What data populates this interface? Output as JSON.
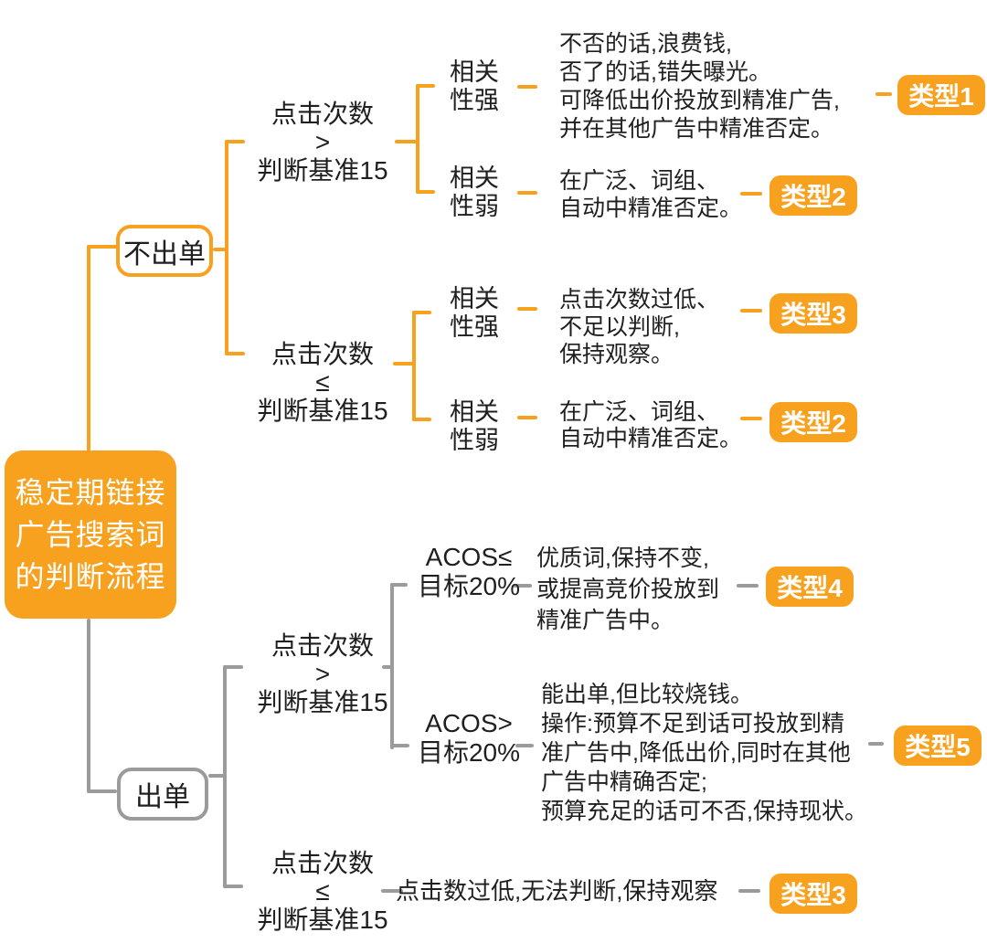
{
  "colors": {
    "orange": "#F7A11E",
    "gray": "#9B9B9B",
    "text": "#1F1F1F",
    "background": "#FFFFFF",
    "badge_text": "#FFFFFF"
  },
  "root": {
    "lines": [
      "稳定期链接",
      "广告搜索词",
      "的判断流程"
    ]
  },
  "no_order_branch": {
    "label": "不出单",
    "clicks_above": {
      "condition": [
        "点击次数",
        ">",
        "判断基准15"
      ],
      "strong_relevance": {
        "label": [
          "相关",
          "性强"
        ],
        "note": [
          "不否的话,浪费钱,",
          "否了的话,错失曝光。",
          "可降低出价投放到精准广告,",
          "并在其他广告中精准否定。"
        ],
        "badge": "类型1"
      },
      "weak_relevance": {
        "label": [
          "相关",
          "性弱"
        ],
        "note": [
          "在广泛、词组、",
          "自动中精准否定。"
        ],
        "badge": "类型2"
      }
    },
    "clicks_below": {
      "condition": [
        "点击次数",
        "≤",
        "判断基准15"
      ],
      "strong_relevance": {
        "label": [
          "相关",
          "性强"
        ],
        "note": [
          "点击次数过低、",
          "不足以判断,",
          "保持观察。"
        ],
        "badge": "类型3"
      },
      "weak_relevance": {
        "label": [
          "相关",
          "性弱"
        ],
        "note": [
          "在广泛、词组、",
          "自动中精准否定。"
        ],
        "badge": "类型2"
      }
    }
  },
  "order_branch": {
    "label": "出单",
    "clicks_above": {
      "condition": [
        "点击次数",
        ">",
        "判断基准15"
      ],
      "acos_below_target": {
        "label": [
          "ACOS≤",
          "目标20%"
        ],
        "note": [
          "优质词,保持不变,",
          "或提高竞价投放到",
          "精准广告中。"
        ],
        "badge": "类型4"
      },
      "acos_above_target": {
        "label": [
          "ACOS>",
          "目标20%"
        ],
        "note": [
          "能出单,但比较烧钱。",
          "操作:预算不足到话可投放到精",
          "准广告中,降低出价,同时在其他",
          "广告中精确否定;",
          "预算充足的话可不否,保持现状。"
        ],
        "badge": "类型5"
      }
    },
    "clicks_below": {
      "condition": [
        "点击次数",
        "≤",
        "判断基准15"
      ],
      "note": [
        "点击数过低,无法判断,保持观察"
      ],
      "badge": "类型3"
    }
  }
}
